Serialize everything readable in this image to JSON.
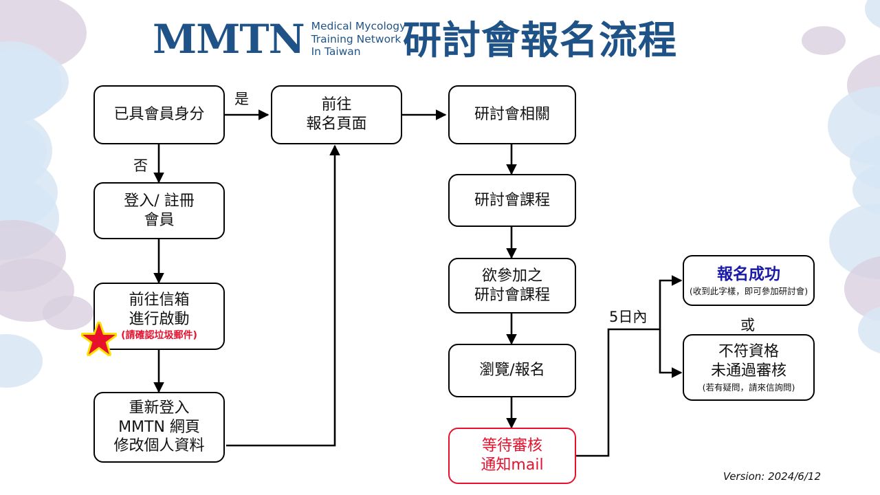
{
  "header": {
    "logo_mark": "MMTN",
    "logo_subtitle_lines": [
      "Medical Mycology",
      "Training Network",
      "In Taiwan"
    ],
    "title": "研討會報名流程",
    "brand_color": "#1f5387"
  },
  "colors": {
    "brand_blue": "#1f5387",
    "success_blue": "#1a1aa8",
    "alert_red": "#e8112d",
    "node_border": "#000000",
    "blob_blue": "#d7e6f5",
    "blob_purple": "#d9cfe0",
    "star_fill": "#e8112d",
    "star_glow": "#ffe000"
  },
  "nodes": {
    "member_check": {
      "lines": [
        "已具會員身分"
      ]
    },
    "login_register": {
      "lines": [
        "登入/ 註冊",
        "會員"
      ]
    },
    "activate_mail": {
      "lines": [
        "前往信箱",
        "進行啟動"
      ],
      "note": "(請確認垃圾郵件)"
    },
    "relogin_profile": {
      "lines": [
        "重新登入",
        "MMTN 網頁",
        "修改個人資料"
      ]
    },
    "registration_page": {
      "lines": [
        "前往",
        "報名頁面"
      ]
    },
    "seminar_related": {
      "lines": [
        "研討會相關"
      ]
    },
    "seminar_course": {
      "lines": [
        "研討會課程"
      ]
    },
    "desired_course": {
      "lines": [
        "欲參加之",
        "研討會課程"
      ]
    },
    "browse_register": {
      "lines": [
        "瀏覽/報名"
      ]
    },
    "await_review": {
      "lines": [
        "等待審核",
        "通知mail"
      ]
    },
    "success": {
      "headline": "報名成功",
      "note": "(收到此字樣，即可參加研討會)"
    },
    "rejected": {
      "lines": [
        "不符資格",
        "未通過審核"
      ],
      "note": "(若有疑問，請來信詢問)"
    }
  },
  "edge_labels": {
    "yes": "是",
    "no": "否",
    "within_five_days": "5日內",
    "or": "或"
  },
  "footer": {
    "version": "Version: 2024/6/12"
  },
  "icons": {
    "star": "red-star-icon"
  }
}
